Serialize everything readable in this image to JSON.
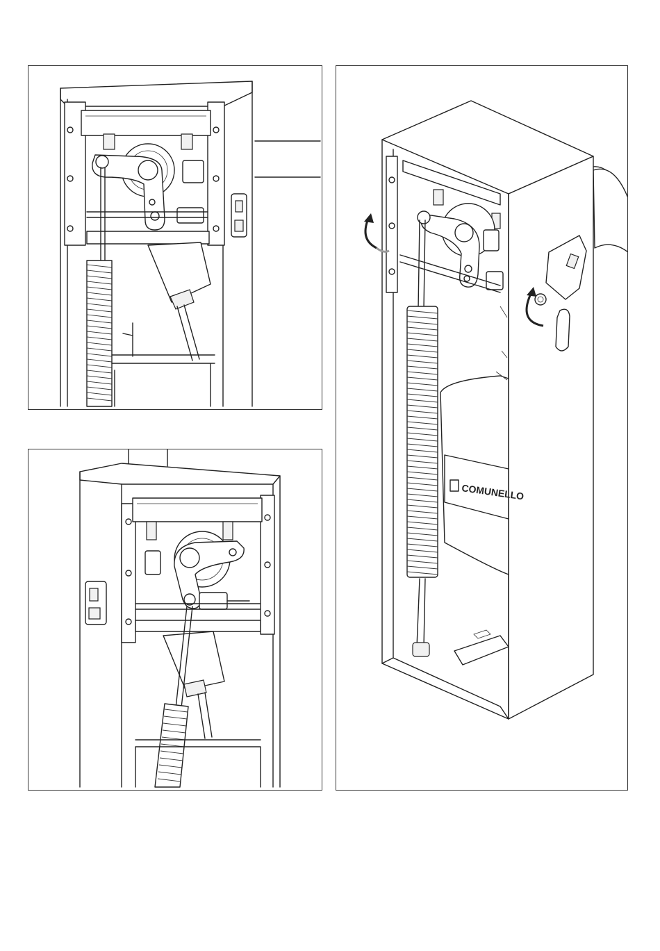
{
  "illustration": {
    "brand_label": "COMUNELLO",
    "panels": [
      {
        "id": "top-left",
        "arrows": 0
      },
      {
        "id": "bottom-left",
        "arrows": 0
      },
      {
        "id": "right",
        "arrows": 2,
        "arrow_direction": "counter-clockwise"
      }
    ],
    "colors": {
      "line": "#222222",
      "background": "#ffffff",
      "shade": "#f1f1f1"
    }
  }
}
